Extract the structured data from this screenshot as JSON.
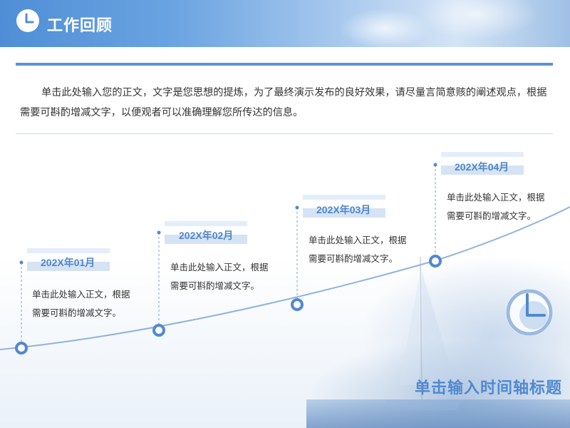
{
  "header": {
    "title": "工作回顾",
    "icon": "clock-icon"
  },
  "intro": {
    "text": "单击此处输入您的正文，文字是您思想的提炼，为了最终演示发布的良好效果，请尽量言简意赅的阐述观点，根据需要可斟酌增减文字，以便观者可以准确理解您所传达的信息。"
  },
  "timeline": {
    "items": [
      {
        "date": "202X年01月",
        "text": "单击此处输入正文，根据需要可斟酌增减文字。"
      },
      {
        "date": "202X年02月",
        "text": "单击此处输入正文，根据需要可斟酌增减文字。"
      },
      {
        "date": "202X年03月",
        "text": "单击此处输入正文，根据需要可斟酌增减文字。"
      },
      {
        "date": "202X年04月",
        "text": "单击此处输入正文，根据需要可斟酌增减文字。"
      }
    ]
  },
  "footer": {
    "title": "单击输入时间轴标题",
    "icon": "clock-icon"
  },
  "colors": {
    "accent": "#5189cf",
    "header": "#4f8ed6",
    "text": "#333333"
  }
}
